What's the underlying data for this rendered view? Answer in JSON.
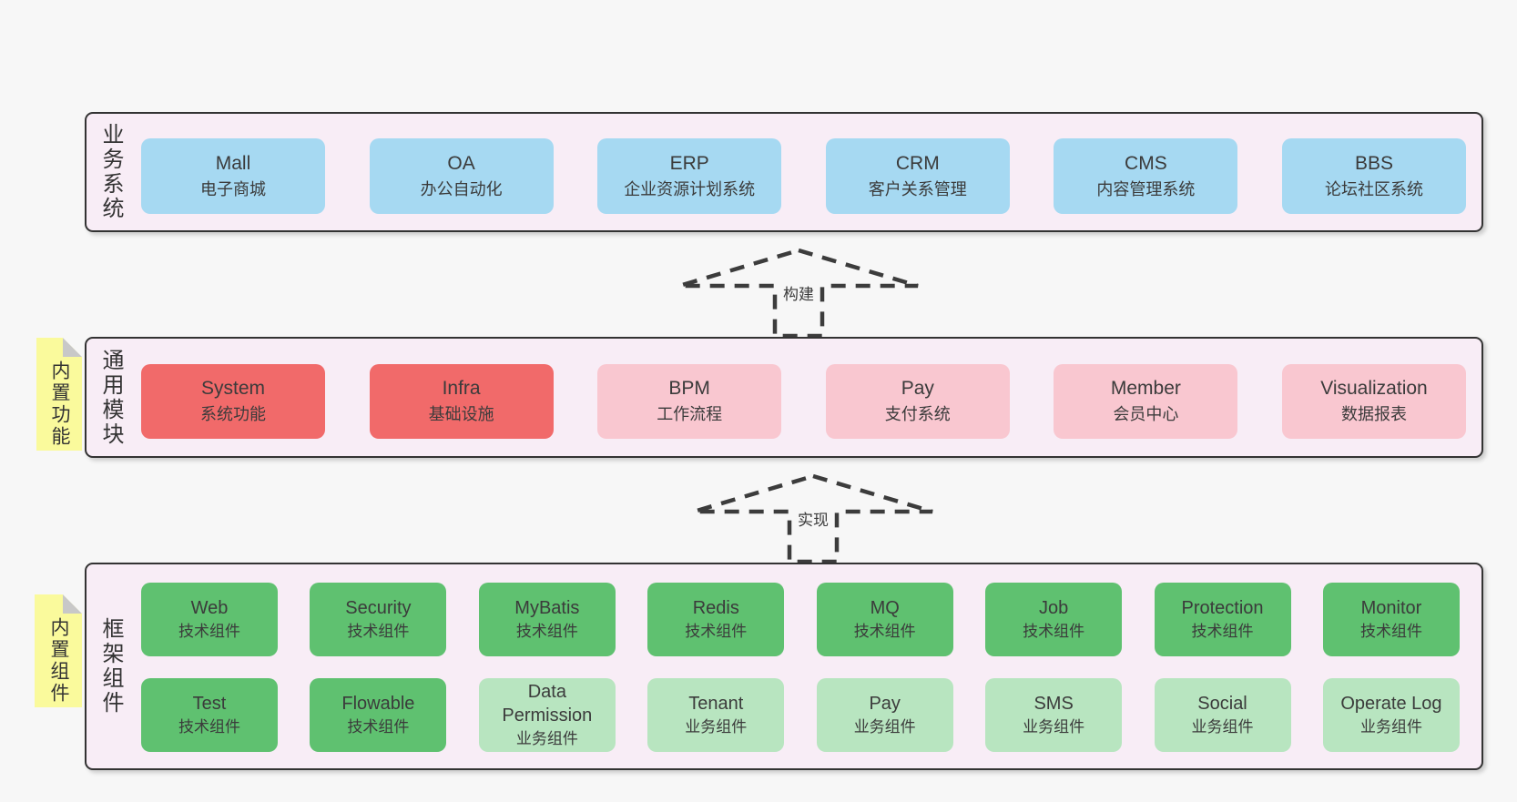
{
  "colors": {
    "page_background": "#f7f7f7",
    "band_background": "#f8edf6",
    "band_border": "#333333",
    "blue": "#a6d9f2",
    "red": "#f16a6a",
    "pink": "#f9c7d0",
    "green": "#5fc170",
    "light_green": "#b8e5c0",
    "note_yellow": "#fafa9c",
    "note_fold_gray": "#c8c8c8",
    "arrow": "#3c3c3c",
    "text": "#3a3a3a"
  },
  "arrows": [
    {
      "label": "构建"
    },
    {
      "label": "实现"
    }
  ],
  "bands": [
    {
      "id": "business-systems",
      "label": "业务系统",
      "note": null,
      "rows": [
        [
          {
            "name": "Mall",
            "subtitle": "电子商城",
            "variant": "blue"
          },
          {
            "name": "OA",
            "subtitle": "办公自动化",
            "variant": "blue"
          },
          {
            "name": "ERP",
            "subtitle": "企业资源计划系统",
            "variant": "blue"
          },
          {
            "name": "CRM",
            "subtitle": "客户关系管理",
            "variant": "blue"
          },
          {
            "name": "CMS",
            "subtitle": "内容管理系统",
            "variant": "blue"
          },
          {
            "name": "BBS",
            "subtitle": "论坛社区系统",
            "variant": "blue"
          }
        ]
      ]
    },
    {
      "id": "common-modules",
      "label": "通用模块",
      "note": "内置功能",
      "rows": [
        [
          {
            "name": "System",
            "subtitle": "系统功能",
            "variant": "red"
          },
          {
            "name": "Infra",
            "subtitle": "基础设施",
            "variant": "red"
          },
          {
            "name": "BPM",
            "subtitle": "工作流程",
            "variant": "pink"
          },
          {
            "name": "Pay",
            "subtitle": "支付系统",
            "variant": "pink"
          },
          {
            "name": "Member",
            "subtitle": "会员中心",
            "variant": "pink"
          },
          {
            "name": "Visualization",
            "subtitle": "数据报表",
            "variant": "pink"
          }
        ]
      ]
    },
    {
      "id": "framework-components",
      "label": "框架组件",
      "note": "内置组件",
      "rows": [
        [
          {
            "name": "Web",
            "subtitle": "技术组件",
            "variant": "green"
          },
          {
            "name": "Security",
            "subtitle": "技术组件",
            "variant": "green"
          },
          {
            "name": "MyBatis",
            "subtitle": "技术组件",
            "variant": "green"
          },
          {
            "name": "Redis",
            "subtitle": "技术组件",
            "variant": "green"
          },
          {
            "name": "MQ",
            "subtitle": "技术组件",
            "variant": "green"
          },
          {
            "name": "Job",
            "subtitle": "技术组件",
            "variant": "green"
          },
          {
            "name": "Protection",
            "subtitle": "技术组件",
            "variant": "green"
          },
          {
            "name": "Monitor",
            "subtitle": "技术组件",
            "variant": "green"
          }
        ],
        [
          {
            "name": "Test",
            "subtitle": "技术组件",
            "variant": "green"
          },
          {
            "name": "Flowable",
            "subtitle": "技术组件",
            "variant": "green"
          },
          {
            "name": "Data Permission",
            "subtitle": "业务组件",
            "variant": "lightgreen"
          },
          {
            "name": "Tenant",
            "subtitle": "业务组件",
            "variant": "lightgreen"
          },
          {
            "name": "Pay",
            "subtitle": "业务组件",
            "variant": "lightgreen"
          },
          {
            "name": "SMS",
            "subtitle": "业务组件",
            "variant": "lightgreen"
          },
          {
            "name": "Social",
            "subtitle": "业务组件",
            "variant": "lightgreen"
          },
          {
            "name": "Operate Log",
            "subtitle": "业务组件",
            "variant": "lightgreen"
          }
        ]
      ]
    }
  ]
}
